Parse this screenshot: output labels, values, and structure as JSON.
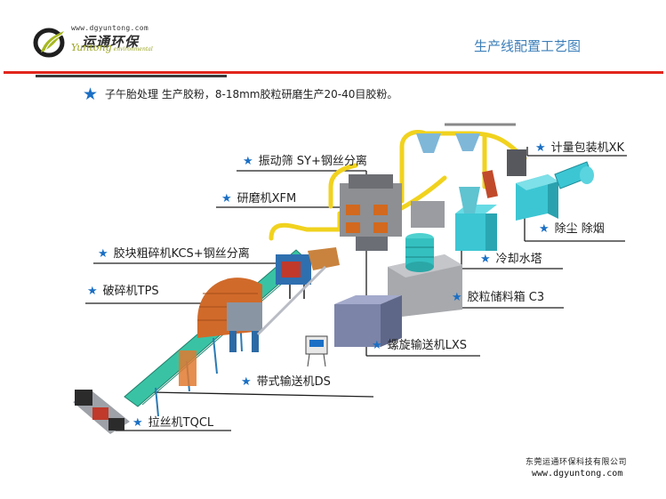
{
  "header": {
    "logo_url": "www.dgyuntong.com",
    "logo_cn": "运通环保",
    "logo_en": "Yuntong",
    "logo_en_small": "environmental",
    "title": "生产线配置工艺图"
  },
  "intro": {
    "text": "子午胎处理  生产胶粉，8-18mm胶粒研磨生产20-40目胶粉。"
  },
  "labels": {
    "vibrating_screen": "振动筛 SY+钢丝分离",
    "grinder": "研磨机XFM",
    "coarse_crusher": "胶块粗碎机KCS+钢丝分离",
    "crusher": "破碎机TPS",
    "belt_conveyor": "带式输送机DS",
    "wire_puller": "拉丝机TQCL",
    "packaging": "计量包装机XK",
    "dust_removal": "除尘 除烟",
    "cooling_tower": "冷却水塔",
    "storage_box": "胶粒储料箱 C3",
    "screw_conveyor": "螺旋输送机LXS"
  },
  "colors": {
    "accent_blue": "#1a6fc4",
    "title_blue": "#3d7fb9",
    "rule_red": "#e1251b",
    "pipe_yellow": "#f1d21e",
    "conveyor_teal": "#39c3a4",
    "machine_cyan": "#3cc6d3"
  },
  "icons": {
    "bullet": "star-icon",
    "logo": "yuntong-logo-icon"
  },
  "footer": {
    "company": "东莞运通环保科技有限公司",
    "url": "www.dgyuntong.com"
  }
}
